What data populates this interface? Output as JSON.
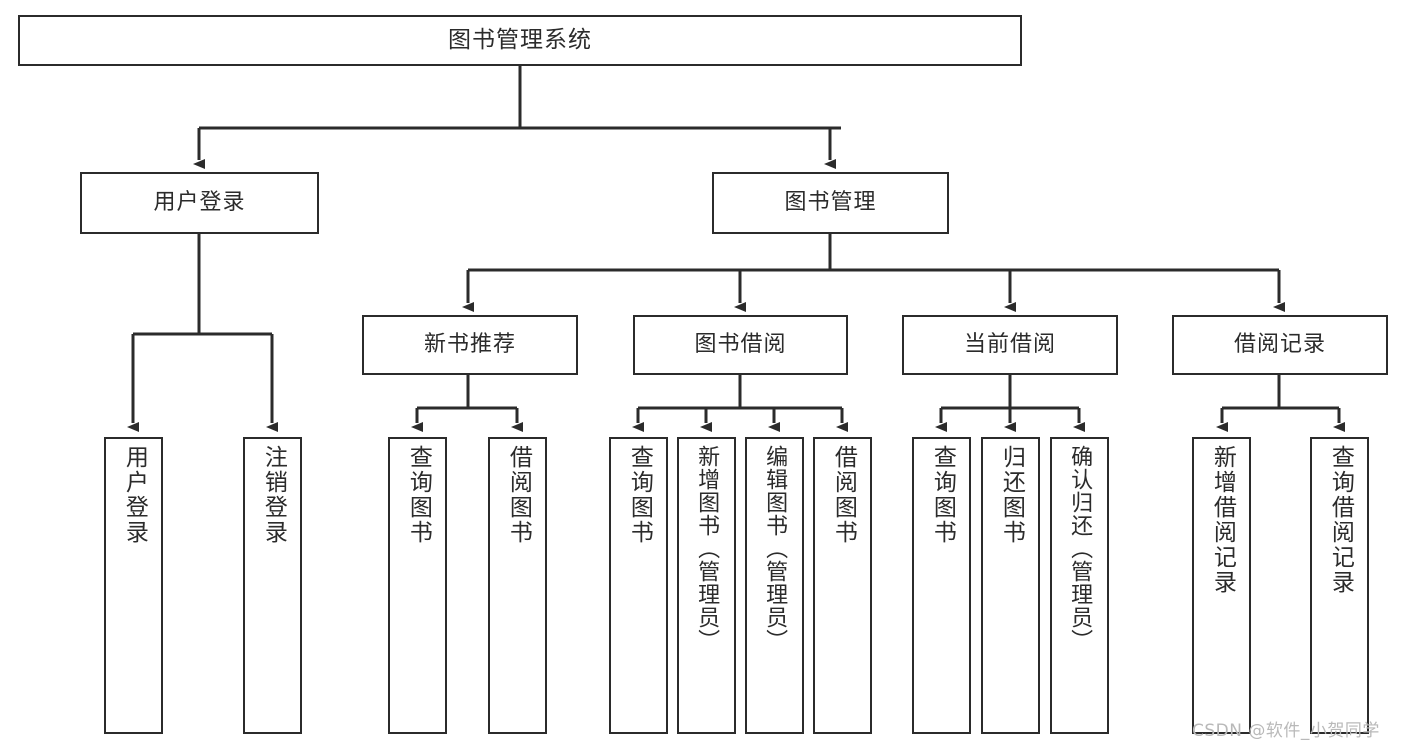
{
  "diagram": {
    "title": "图书管理系统",
    "type": "tree",
    "orientation": "top-down",
    "stroke_color": "#2b2b2b",
    "text_color": "#2b2b2b",
    "background_color": "#ffffff"
  },
  "nodes": {
    "root": {
      "label": "图书管理系统",
      "level": 1
    },
    "l2": [
      {
        "id": "user-login",
        "label": "用户登录",
        "level": 2
      },
      {
        "id": "book-manage",
        "label": "图书管理",
        "level": 2
      }
    ],
    "l3": [
      {
        "id": "new-book-recommend",
        "label": "新书推荐",
        "level": 3
      },
      {
        "id": "book-borrow",
        "label": "图书借阅",
        "level": 3
      },
      {
        "id": "current-borrow",
        "label": "当前借阅",
        "level": 3
      },
      {
        "id": "borrow-record",
        "label": "借阅记录",
        "level": 3
      }
    ],
    "leaves": {
      "user-login": [
        {
          "id": "leaf-user-login",
          "label": "用户登录"
        },
        {
          "id": "leaf-logout-login",
          "label": "注销登录"
        }
      ],
      "new-book-recommend": [
        {
          "id": "leaf-query-book-1",
          "label": "查询图书"
        },
        {
          "id": "leaf-borrow-book-1",
          "label": "借阅图书"
        }
      ],
      "book-borrow": [
        {
          "id": "leaf-query-book-2",
          "label": "查询图书"
        },
        {
          "id": "leaf-add-book-admin",
          "label": "新增图书（管理员）"
        },
        {
          "id": "leaf-edit-book-admin",
          "label": "编辑图书（管理员）"
        },
        {
          "id": "leaf-borrow-book-2",
          "label": "借阅图书"
        }
      ],
      "current-borrow": [
        {
          "id": "leaf-query-book-3",
          "label": "查询图书"
        },
        {
          "id": "leaf-return-book",
          "label": "归还图书"
        },
        {
          "id": "leaf-confirm-return-admin",
          "label": "确认归还（管理员）"
        }
      ],
      "borrow-record": [
        {
          "id": "leaf-add-borrow-record",
          "label": "新增借阅记录"
        },
        {
          "id": "leaf-query-borrow-record",
          "label": "查询借阅记录"
        }
      ]
    }
  },
  "watermark": {
    "text": "CSDN @软件_小贺同学"
  }
}
